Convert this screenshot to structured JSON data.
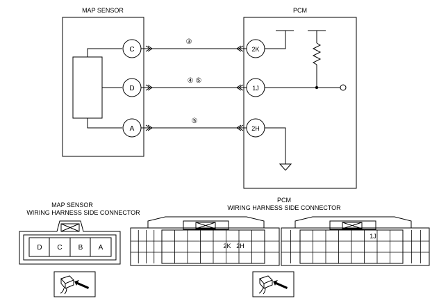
{
  "map_sensor": {
    "title": "MAP SENSOR",
    "pins": [
      "C",
      "D",
      "A"
    ]
  },
  "pcm": {
    "title": "PCM",
    "pins": [
      "2K",
      "1J",
      "2H"
    ]
  },
  "wires": [
    {
      "label": "③"
    },
    {
      "label": "④ ⑤"
    },
    {
      "label": "⑤"
    }
  ],
  "connectors": {
    "map_title_line1": "MAP SENSOR",
    "map_title_line2": "WIRING HARNESS SIDE CONNECTOR",
    "map_pins": [
      "D",
      "C",
      "B",
      "A"
    ],
    "pcm_title_line1": "PCM",
    "pcm_title_line2": "WIRING HARNESS SIDE CONNECTOR",
    "pcm_pin_2k": "2K",
    "pcm_pin_2h": "2H",
    "pcm_pin_1j": "1J"
  },
  "icons": [
    "connector-view-icon",
    "connector-view-icon"
  ]
}
